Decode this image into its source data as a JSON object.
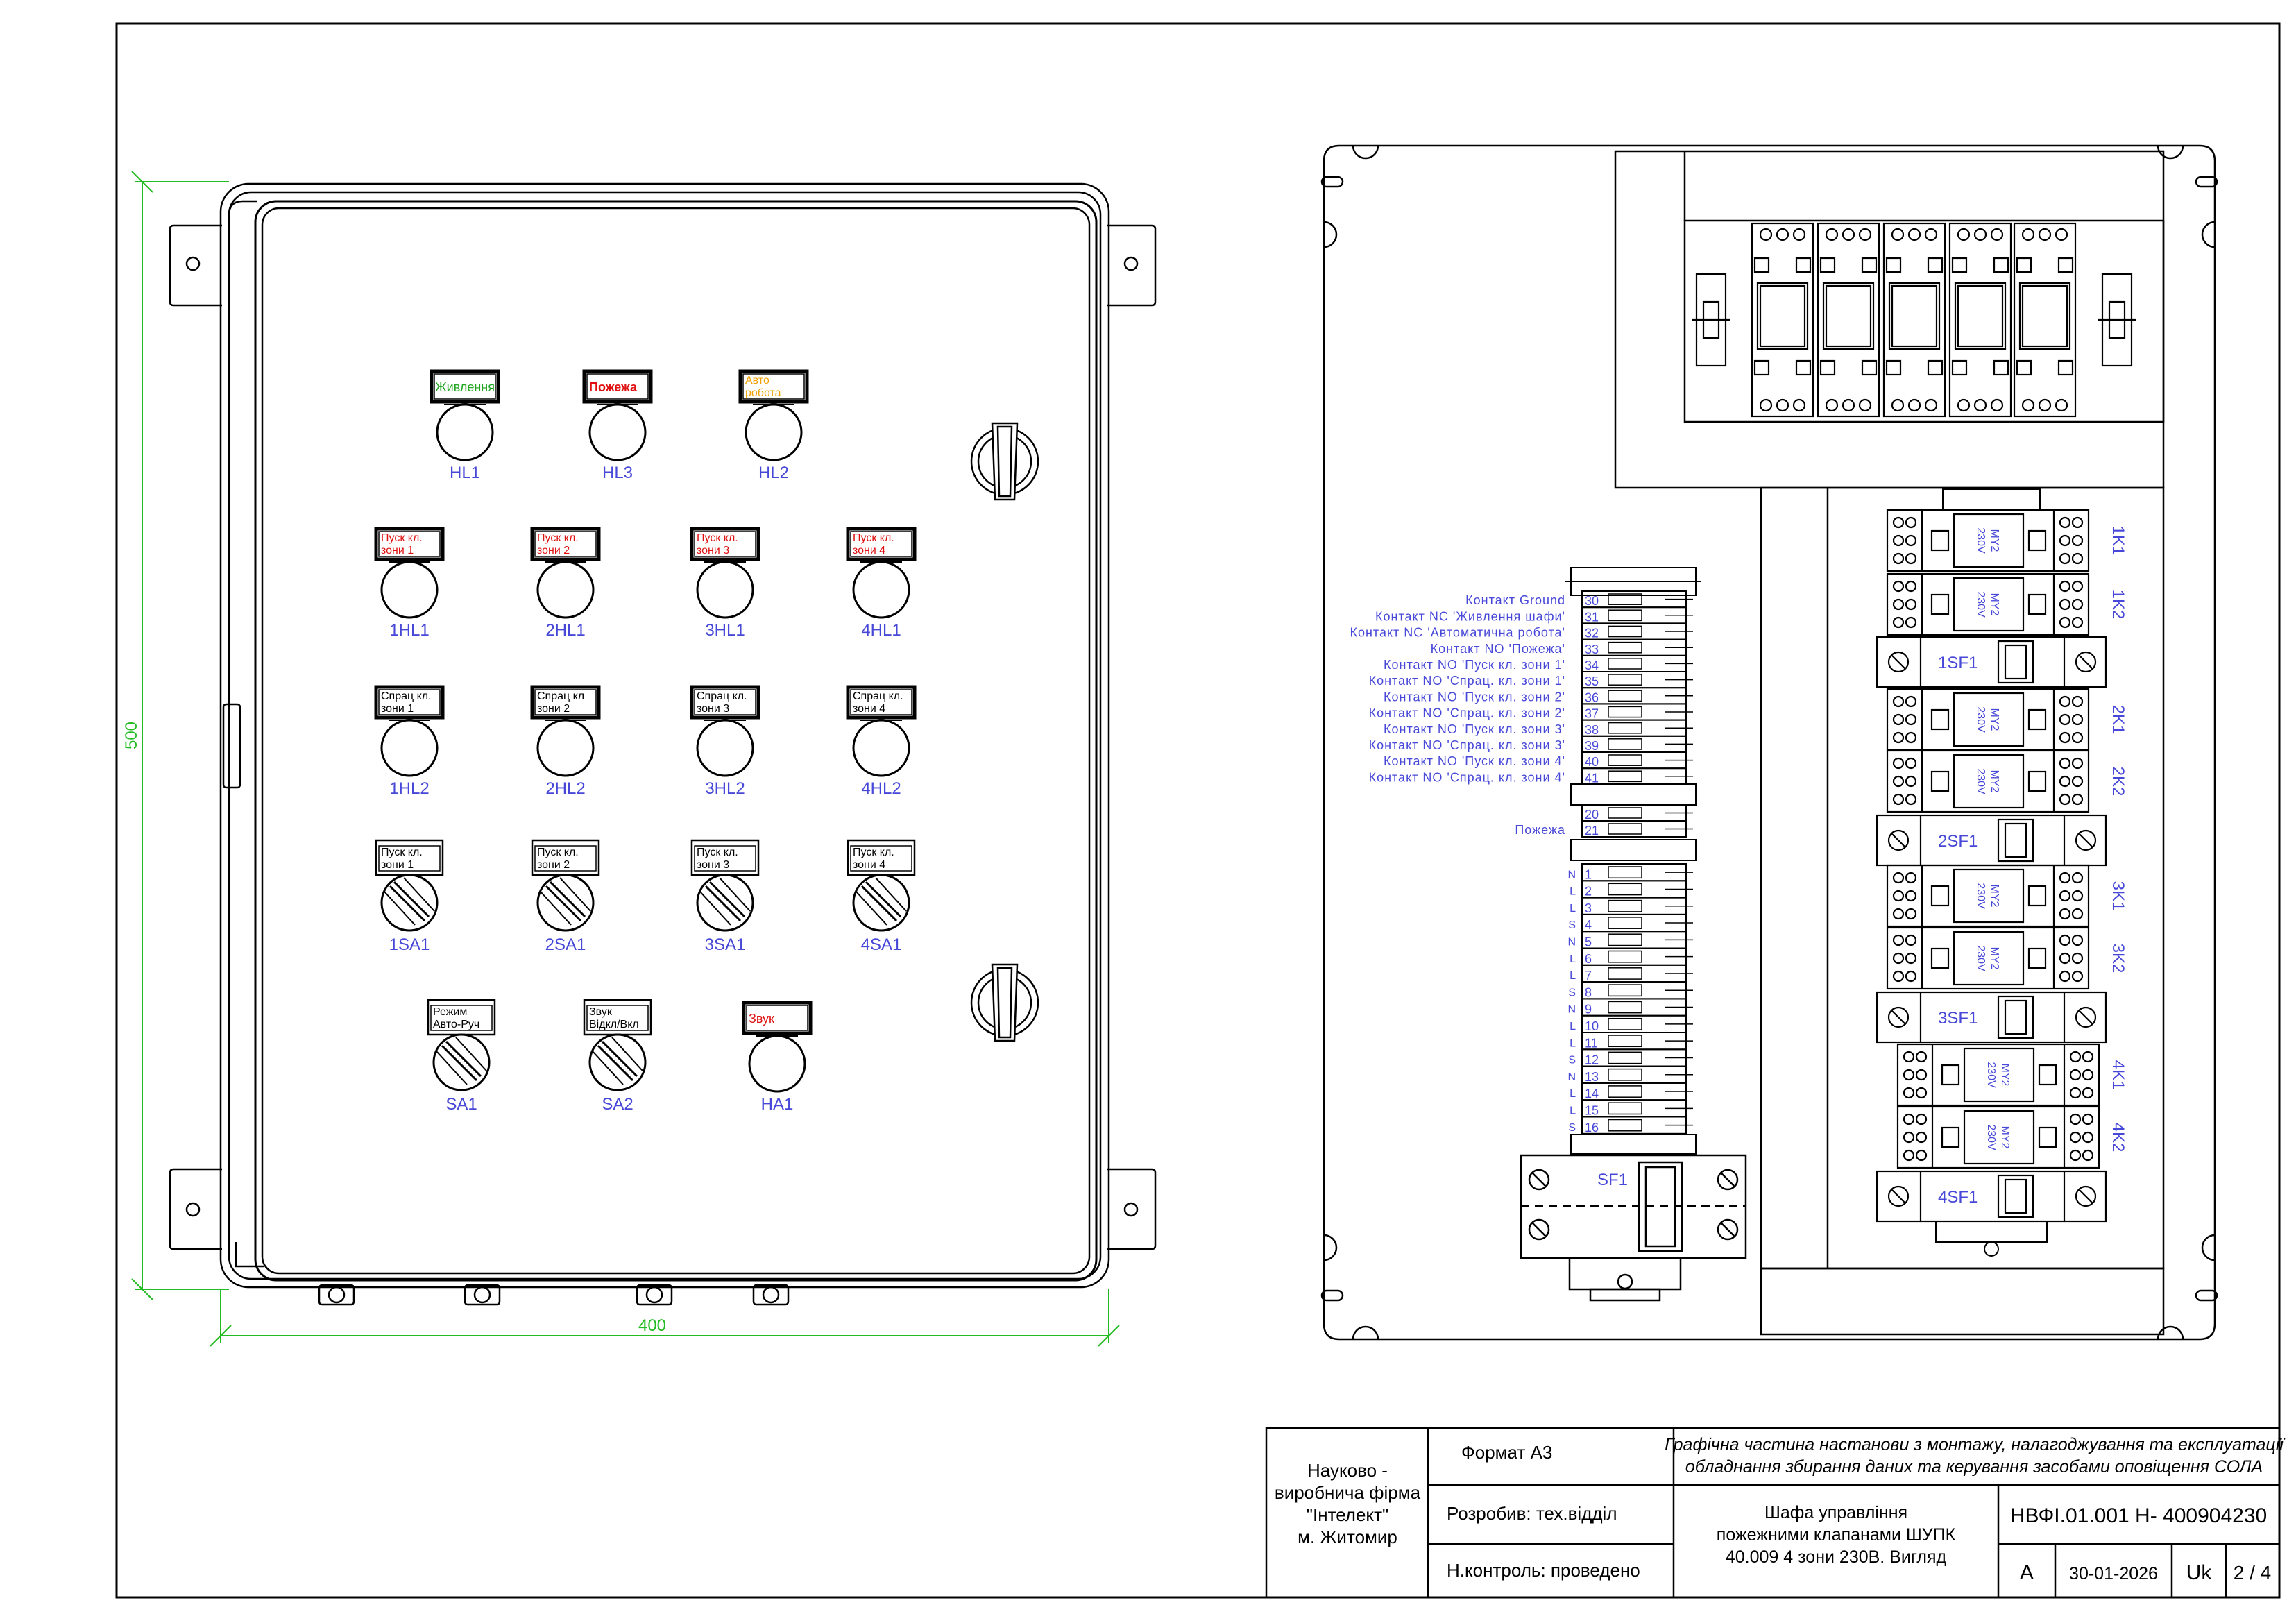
{
  "dimensions": {
    "height": "500",
    "width": "400"
  },
  "door": {
    "row1": [
      {
        "label": "Живлення",
        "label_color": "#1fa51f",
        "tag": "HL1"
      },
      {
        "label": "Пожежа",
        "label_color": "#e01010",
        "tag": "HL3"
      },
      {
        "label": "Авто\nробота",
        "label_color": "#f0a000",
        "tag": "HL2"
      }
    ],
    "row2": [
      {
        "label": "Пуск кл.\nзони 1",
        "tag": "1HL1"
      },
      {
        "label": "Пуск кл.\nзони 2",
        "tag": "2HL1"
      },
      {
        "label": "Пуск кл.\nзони 3",
        "tag": "3HL1"
      },
      {
        "label": "Пуск кл.\nзони 4",
        "tag": "4HL1"
      }
    ],
    "row3": [
      {
        "label": "Спрац кл.\nзони 1",
        "tag": "1HL2"
      },
      {
        "label": "Спрац кл\nзони 2",
        "tag": "2HL2"
      },
      {
        "label": "Спрац кл.\nзони 3",
        "tag": "3HL2"
      },
      {
        "label": "Спрац кл.\nзони 4",
        "tag": "4HL2"
      }
    ],
    "row4": [
      {
        "label": "Пуск кл.\nзони 1",
        "tag": "1SA1"
      },
      {
        "label": "Пуск кл.\nзони 2",
        "tag": "2SA1"
      },
      {
        "label": "Пуск кл.\nзони 3",
        "tag": "3SA1"
      },
      {
        "label": "Пуск кл.\nзони 4",
        "tag": "4SA1"
      }
    ],
    "row5": [
      {
        "label": "Режим\nАвто-Руч",
        "tag": "SA1"
      },
      {
        "label": "Звук\nВідкл/Вкл",
        "tag": "SA2"
      },
      {
        "label": "Звук",
        "label_color": "#e01010",
        "tag": "HA1"
      }
    ],
    "red_label_color": "#e01010",
    "black_label_color": "#000000"
  },
  "terminal_block": {
    "upper": [
      {
        "num": "30",
        "desc": "Контакт Ground"
      },
      {
        "num": "31",
        "desc": "Контакт NC 'Живлення шафи'"
      },
      {
        "num": "32",
        "desc": "Контакт NC 'Автоматична робота'"
      },
      {
        "num": "33",
        "desc": "Контакт NO 'Пожежа'"
      },
      {
        "num": "34",
        "desc": "Контакт NO 'Пуск кл. зони 1'"
      },
      {
        "num": "35",
        "desc": "Контакт NO 'Спрац. кл. зони 1'"
      },
      {
        "num": "36",
        "desc": "Контакт NO 'Пуск кл. зони 2'"
      },
      {
        "num": "37",
        "desc": "Контакт NO 'Спрац. кл. зони 2'"
      },
      {
        "num": "38",
        "desc": "Контакт NO 'Пуск кл. зони 3'"
      },
      {
        "num": "39",
        "desc": "Контакт NO 'Спрац. кл. зони 3'"
      },
      {
        "num": "40",
        "desc": "Контакт NO 'Пуск кл. зони 4'"
      },
      {
        "num": "41",
        "desc": "Контакт NO 'Спрац. кл. зони 4'"
      }
    ],
    "fire": [
      {
        "num": "20",
        "desc": ""
      },
      {
        "num": "21",
        "desc": "Пожежа"
      }
    ],
    "lower": [
      {
        "num": "1",
        "desc": "N"
      },
      {
        "num": "2",
        "desc": "L"
      },
      {
        "num": "3",
        "desc": "L"
      },
      {
        "num": "4",
        "desc": "S"
      },
      {
        "num": "5",
        "desc": "N"
      },
      {
        "num": "6",
        "desc": "L"
      },
      {
        "num": "7",
        "desc": "L"
      },
      {
        "num": "8",
        "desc": "S"
      },
      {
        "num": "9",
        "desc": "N"
      },
      {
        "num": "10",
        "desc": "L"
      },
      {
        "num": "11",
        "desc": "L"
      },
      {
        "num": "12",
        "desc": "S"
      },
      {
        "num": "13",
        "desc": "N"
      },
      {
        "num": "14",
        "desc": "L"
      },
      {
        "num": "15",
        "desc": "L"
      },
      {
        "num": "16",
        "desc": "S"
      }
    ]
  },
  "main_breaker": "SF1",
  "relay_text": {
    "model": "MY2",
    "voltage": "230V"
  },
  "relay_column": [
    {
      "type": "relay",
      "tag": "1K1"
    },
    {
      "type": "relay",
      "tag": "1K2"
    },
    {
      "type": "breaker",
      "tag": "1SF1"
    },
    {
      "type": "relay",
      "tag": "2K1"
    },
    {
      "type": "relay",
      "tag": "2K2"
    },
    {
      "type": "breaker",
      "tag": "2SF1"
    },
    {
      "type": "relay",
      "tag": "3K1"
    },
    {
      "type": "relay",
      "tag": "3K2"
    },
    {
      "type": "breaker",
      "tag": "3SF1"
    },
    {
      "type": "relay",
      "tag": "4K1"
    },
    {
      "type": "relay",
      "tag": "4K2"
    },
    {
      "type": "breaker",
      "tag": "4SF1"
    }
  ],
  "title_block": {
    "company_line1": "Науково -",
    "company_line2": "виробнича фірма",
    "company_line3": "\"Інтелект\"",
    "company_line4": "м. Житомир",
    "format": "Формат А3",
    "developer": "Розробив: тех.відділ",
    "control": "Н.контроль: проведено",
    "doc_title_line1": "Графічна частина настанови з монтажу, налагоджування та експлуатації",
    "doc_title_line2": "обладнання збирання даних та керування засобами оповіщення СОЛА",
    "sheet_title_line1": "Шафа управління",
    "sheet_title_line2": "пожежними клапанами ШУПК",
    "sheet_title_line3": "40.009 4 зони 230В. Вигляд",
    "code": "НВФІ.01.001 Н- 400904230",
    "letter": "А",
    "date": "30-01-2026",
    "lang": "Uk",
    "sheet": "2 / 4"
  },
  "colors": {
    "annotation": "#4848d8",
    "dimension": "#22bb22",
    "line": "#000000"
  }
}
